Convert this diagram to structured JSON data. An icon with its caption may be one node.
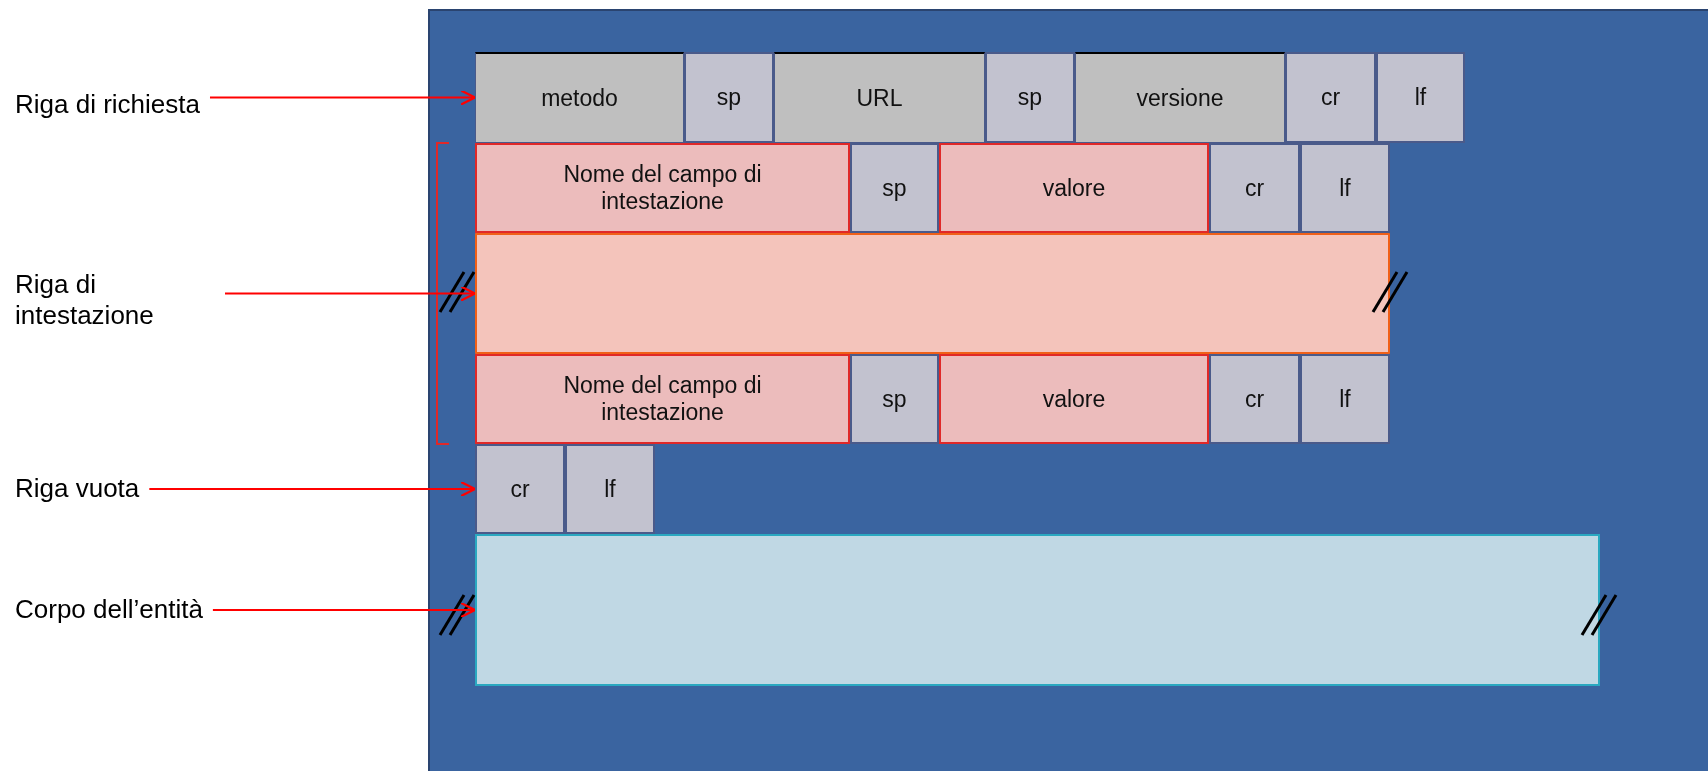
{
  "diagram": {
    "nodes": [
      {
        "text": [],
        "shape": "box"
      },
      {
        "text": [
          "Riga di richiesta"
        ]
      },
      {
        "text": [
          "metodo"
        ],
        "in": 0
      },
      {
        "text": [
          "sp"
        ],
        "in": 0
      },
      {
        "text": [
          "URL"
        ],
        "in": 0
      },
      {
        "text": [
          "sp"
        ],
        "in": 0
      },
      {
        "text": [
          "versione"
        ],
        "in": 0
      },
      {
        "text": [
          "cr"
        ],
        "in": 0
      },
      {
        "text": [
          "lf"
        ],
        "in": 0
      },
      {
        "text": [
          "Riga di intestazione"
        ]
      },
      {
        "text": [
          "Nome del campo di intestazione"
        ],
        "in": 0
      },
      {
        "text": [
          "sp"
        ],
        "in": 0
      },
      {
        "text": [
          "valore"
        ],
        "in": 0
      },
      {
        "text": [
          "cr"
        ],
        "in": 0
      },
      {
        "text": [
          "lf"
        ],
        "in": 0
      },
      {
        "text": [],
        "shape": "bar",
        "in": 0
      },
      {
        "text": [
          "Nome del campo di intestazione"
        ],
        "in": 0
      },
      {
        "text": [
          "sp"
        ],
        "in": 0
      },
      {
        "text": [
          "valore"
        ],
        "in": 0
      },
      {
        "text": [
          "cr"
        ],
        "in": 0
      },
      {
        "text": [
          "lf"
        ],
        "in": 0
      },
      {
        "text": [
          "Riga vuota"
        ]
      },
      {
        "text": [
          "cr"
        ],
        "in": 0
      },
      {
        "text": [
          "lf"
        ],
        "in": 0
      },
      {
        "text": [
          "Corpo dell’entità"
        ]
      },
      {
        "text": [],
        "shape": "box",
        "in": 0
      }
    ],
    "edges": [
      {
        "from": 1,
        "to": 2,
        "arrow": "to"
      },
      {
        "from": 9,
        "to": 15,
        "arrow": "to"
      },
      {
        "from": 21,
        "to": 22,
        "arrow": "to"
      },
      {
        "from": 24,
        "to": 25,
        "arrow": "to"
      }
    ]
  }
}
